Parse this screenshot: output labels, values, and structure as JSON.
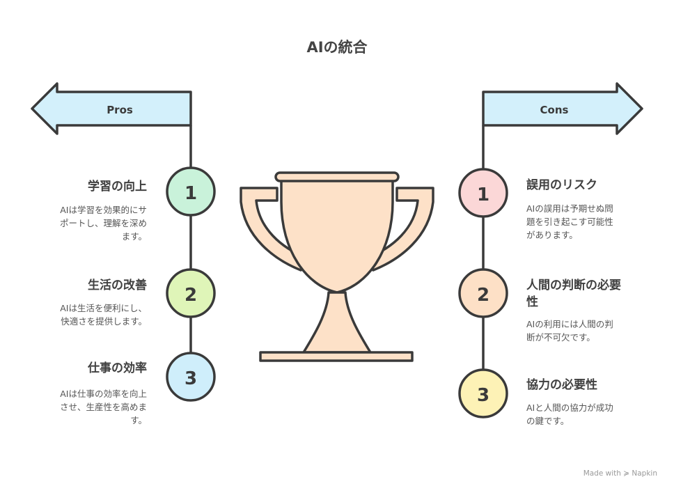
{
  "title": "AIの統合",
  "pros": {
    "label": "Pros",
    "items": [
      {
        "number": "1",
        "title": "学習の向上",
        "desc_lines": [
          "AIは学習を効果的にサ",
          "ポートし、理解を深め",
          "ます。"
        ],
        "color": "#c9f2da"
      },
      {
        "number": "2",
        "title": "生活の改善",
        "desc_lines": [
          "AIは生活を便利にし、",
          "快適さを提供します。"
        ],
        "color": "#dff5b8"
      },
      {
        "number": "3",
        "title": "仕事の効率",
        "desc_lines": [
          "AIは仕事の効率を向上",
          "させ、生産性を高めま",
          "す。"
        ],
        "color": "#cfeefb"
      }
    ]
  },
  "cons": {
    "label": "Cons",
    "items": [
      {
        "number": "1",
        "title": "誤用のリスク",
        "desc_lines": [
          "AIの誤用は予期せぬ問",
          "題を引き起こす可能性",
          "があります。"
        ],
        "color": "#fbd7d7"
      },
      {
        "number": "2",
        "title_lines": [
          "人間の判断の必要",
          "性"
        ],
        "desc_lines": [
          "AIの利用には人間の判",
          "断が不可欠です。"
        ],
        "color": "#fde0c6"
      },
      {
        "number": "3",
        "title": "協力の必要性",
        "desc_lines": [
          "AIと人間の協力が成功",
          "の鍵です。"
        ],
        "color": "#fdf2b6"
      }
    ]
  },
  "colors": {
    "arrow_fill": "#d3f0fb",
    "trophy_fill": "#fde1c8",
    "stroke": "#3a3a3a"
  },
  "watermark": "Made with ≽ Napkin"
}
